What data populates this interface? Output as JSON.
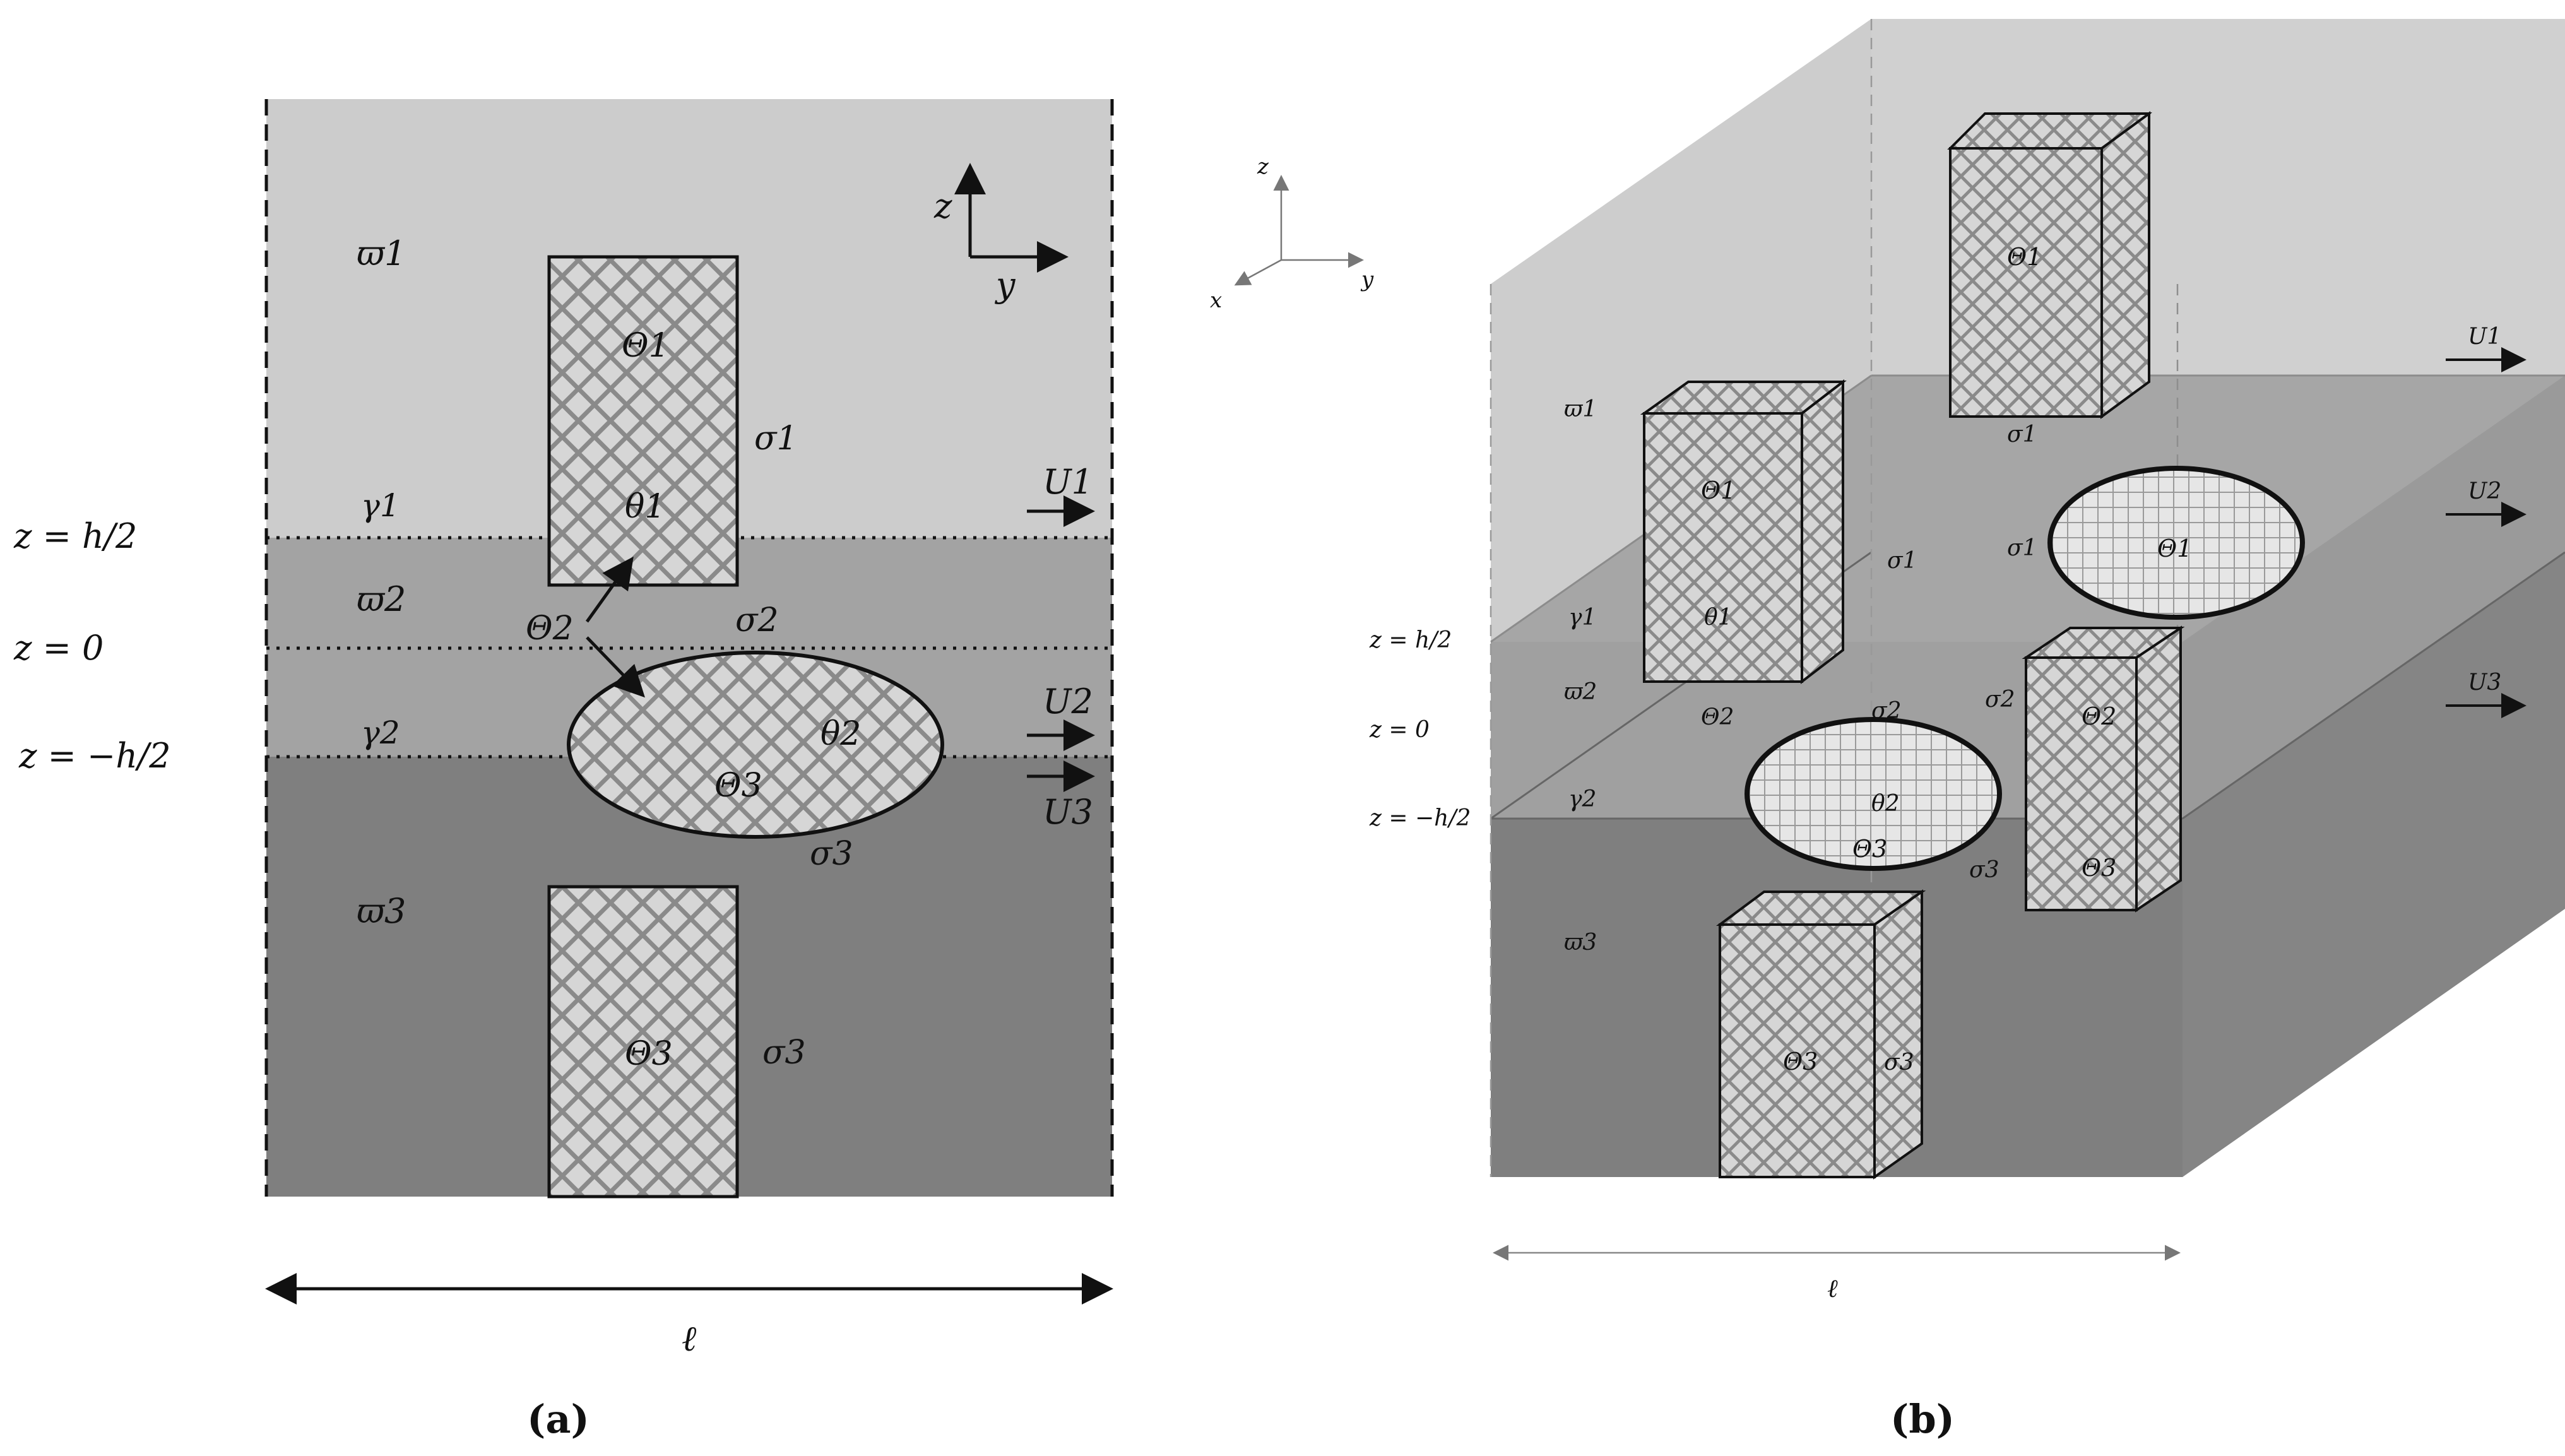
{
  "panel_a": {
    "layers": [
      "ϖ1",
      "ϖ2",
      "ϖ3"
    ],
    "interfaces": [
      "γ1",
      "γ2"
    ],
    "levels": [
      "z = h/2",
      "z = 0",
      "z = −h/2"
    ],
    "axes": {
      "z": "z",
      "y": "y"
    },
    "regions": {
      "theta_cap_1": "Θ1",
      "theta_small_1": "θ1",
      "theta_cap_2": "Θ2",
      "theta_small_2": "θ2",
      "theta_cap_3_ellipse": "Θ3",
      "theta_cap_3_rect": "Θ3"
    },
    "sigmas": {
      "s1": "σ1",
      "s2": "σ2",
      "s3_ellipse": "σ3",
      "s3_rect": "σ3"
    },
    "velocities": [
      "U1",
      "U2",
      "U3"
    ],
    "length": "ℓ",
    "caption": "(a)"
  },
  "panel_b": {
    "axes": {
      "z": "z",
      "y": "y",
      "x": "x"
    },
    "layers": [
      "ϖ1",
      "ϖ2",
      "ϖ3"
    ],
    "interfaces": [
      "γ1",
      "γ2"
    ],
    "levels": [
      "z = h/2",
      "z = 0",
      "z = −h/2"
    ],
    "blocks": {
      "top_back": {
        "theta": "Θ1",
        "sigma": "σ1"
      },
      "left_tall": {
        "theta": "Θ1",
        "small": "θ1",
        "sigma": "σ1"
      },
      "right_mid": {
        "theta_top": "Θ2",
        "theta_bot": "Θ3",
        "sigma": "σ2"
      },
      "bottom_front": {
        "theta": "Θ3",
        "sigma": "σ3"
      }
    },
    "ellipsoids": {
      "upper": {
        "theta": "Θ1",
        "sigma": "σ1"
      },
      "lower": {
        "theta_small": "θ2",
        "theta_cap": "Θ3",
        "sigma_top": "σ2",
        "sigma_bot": "σ3"
      }
    },
    "theta_cap_2_label": "Θ2",
    "velocities": [
      "U1",
      "U2",
      "U3"
    ],
    "length": "ℓ",
    "caption": "(b)"
  },
  "colors": {
    "layer_top": "#cccccc",
    "layer_mid": "#a3a3a3",
    "layer_bot": "#7f7f7f",
    "hatch_fill": "#d6d6d6",
    "hatch_line": "#8a8a8a"
  }
}
